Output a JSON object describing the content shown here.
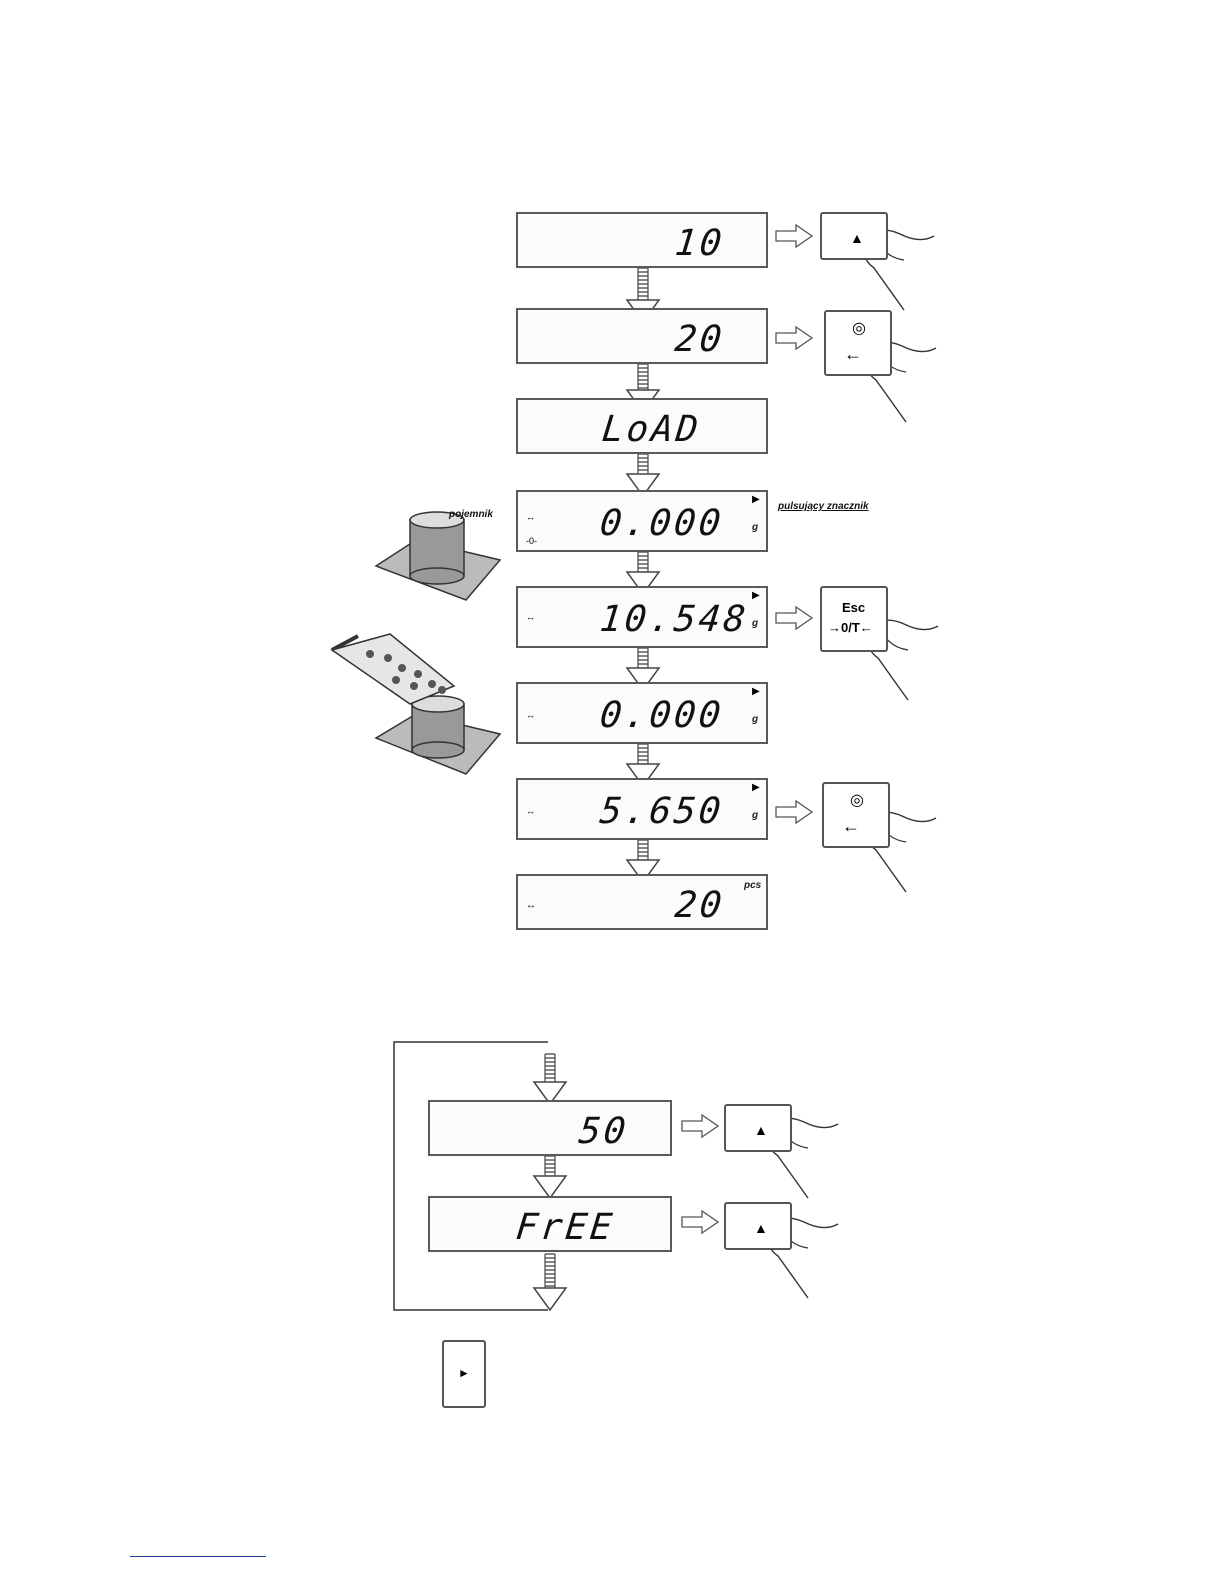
{
  "displays": {
    "d1": "10",
    "d2": "20",
    "d3": "LoAD",
    "d4": "0.000",
    "d5": "10.548",
    "d6": "0.000",
    "d7": "5.650",
    "d8": "20",
    "d9": "50",
    "d10": "FrEE"
  },
  "units": {
    "gram": "g",
    "pieces": "pcs"
  },
  "labels": {
    "container": "pojemnik",
    "pulsing_marker": "pulsujący znacznik"
  },
  "keys": {
    "esc_top": "Esc",
    "esc_bottom": "→0/T←"
  }
}
